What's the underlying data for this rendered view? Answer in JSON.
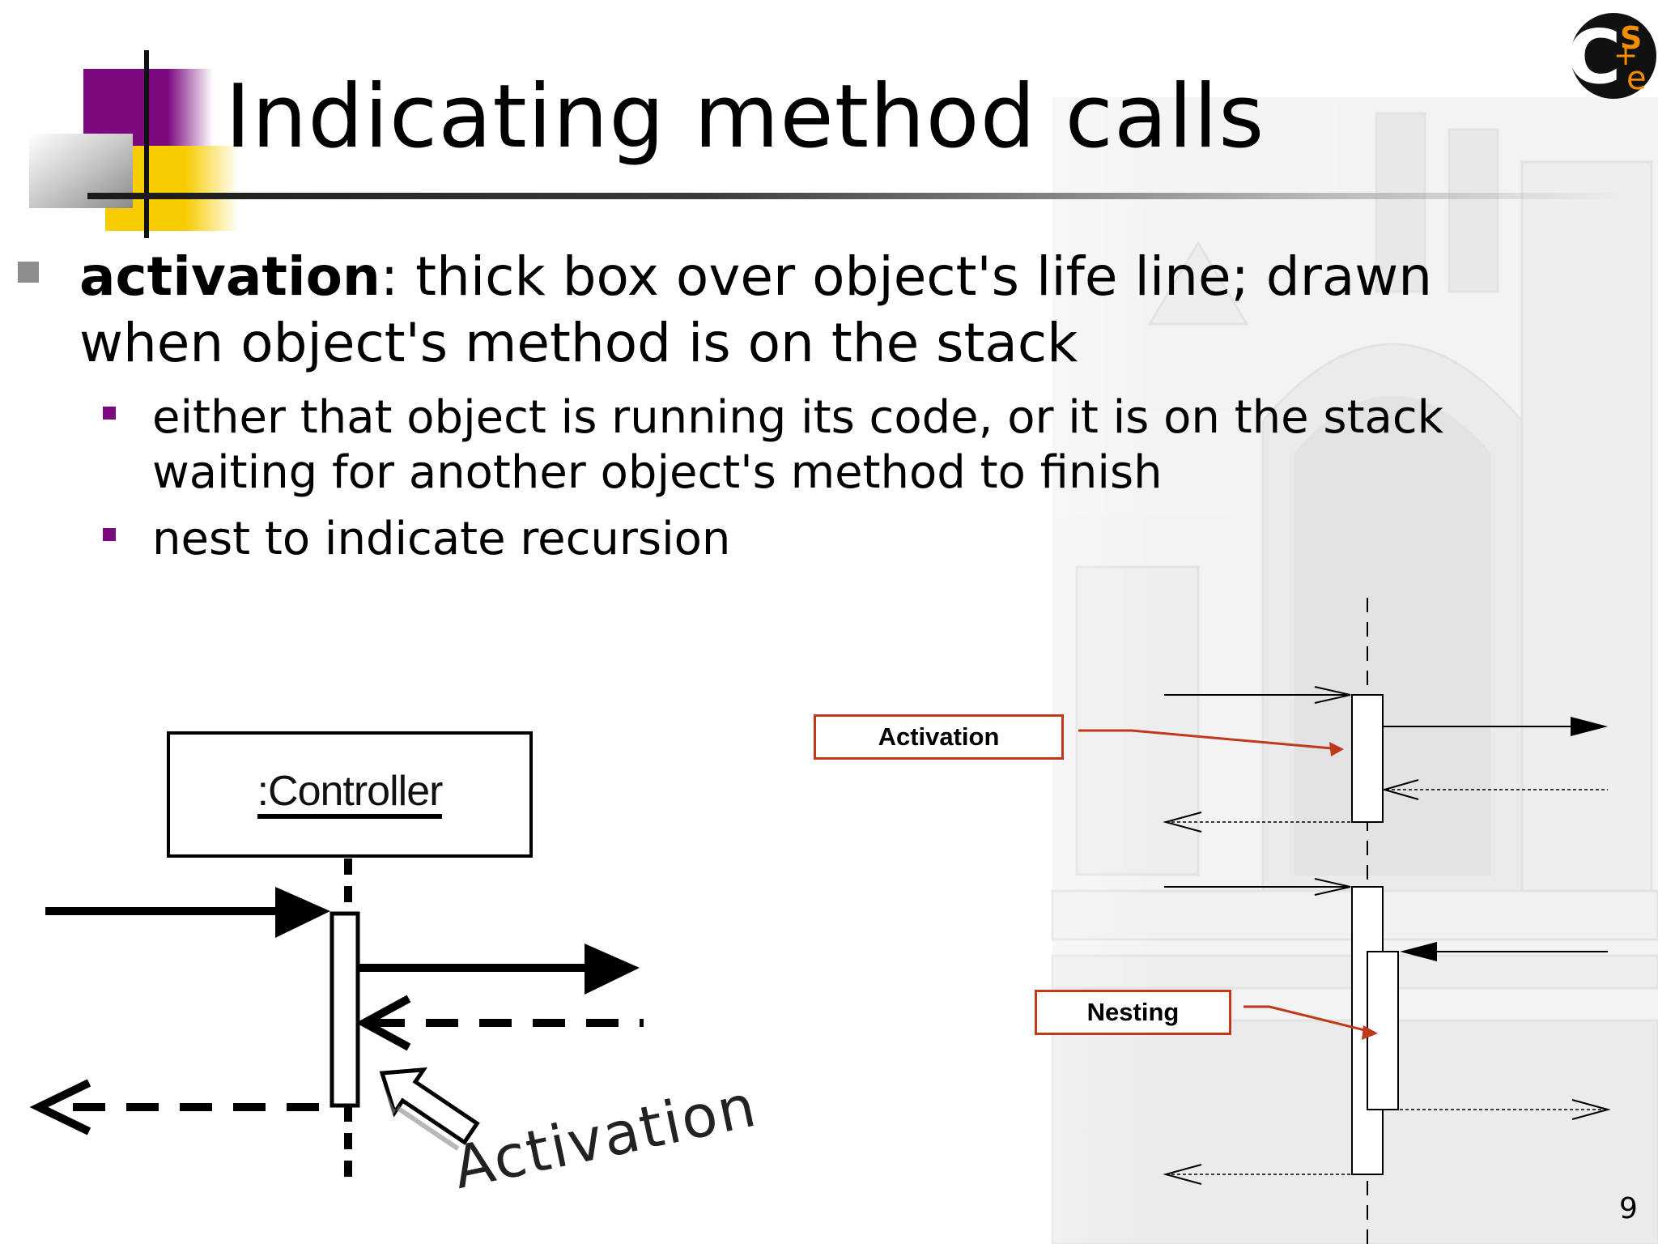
{
  "slide": {
    "title": "Indicating method calls",
    "page_number": "9",
    "logo": {
      "name": "cse-logo-icon",
      "letters_top": "S",
      "letters_bottom": "e",
      "plus": "+",
      "letter_c": "C"
    },
    "accent_colors": {
      "purple": "#7a0a7e",
      "yellow": "#f7cc00",
      "gray": "#a0a0a0",
      "callout_red": "#c0391b"
    }
  },
  "bullets": {
    "b1_bold": "activation",
    "b1_rest": ": thick box over object's life line; drawn when object's method is on the stack",
    "b2_1": "either that object is running its code, or it is on the stack waiting for another object's method to finish",
    "b2_2": "nest to indicate recursion"
  },
  "left_diagram": {
    "object_label": ":Controller",
    "annotation": "Activation"
  },
  "right_diagram": {
    "callout_activation": "Activation",
    "callout_nesting": "Nesting"
  }
}
